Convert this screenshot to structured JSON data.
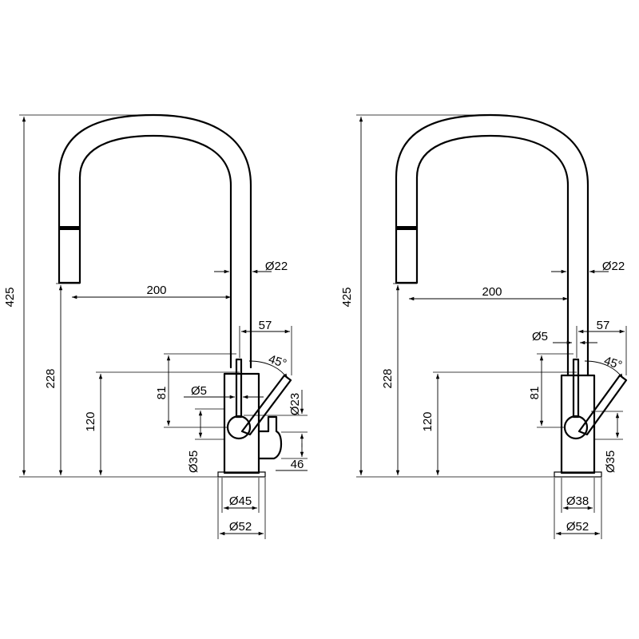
{
  "faucet_left": {
    "height_total": "425",
    "height_outlet": "228",
    "height_handle_axis": "120",
    "dia_spout": "Ø22",
    "reach": "200",
    "handle_offset": "57",
    "angle": "45°",
    "handle_rise": "81",
    "dia_lever": "Ø5",
    "dia_knob": "Ø23",
    "dia_body": "Ø35",
    "side_valve": "46",
    "dia_base_inner": "Ø45",
    "dia_base_outer": "Ø52"
  },
  "faucet_right": {
    "height_total": "425",
    "height_outlet": "228",
    "height_handle_axis": "120",
    "dia_spout": "Ø22",
    "reach": "200",
    "handle_offset": "57",
    "angle": "45°",
    "handle_rise": "81",
    "dia_lever": "Ø5",
    "dia_body": "Ø35",
    "dia_base_inner": "Ø38",
    "dia_base_outer": "Ø52"
  }
}
